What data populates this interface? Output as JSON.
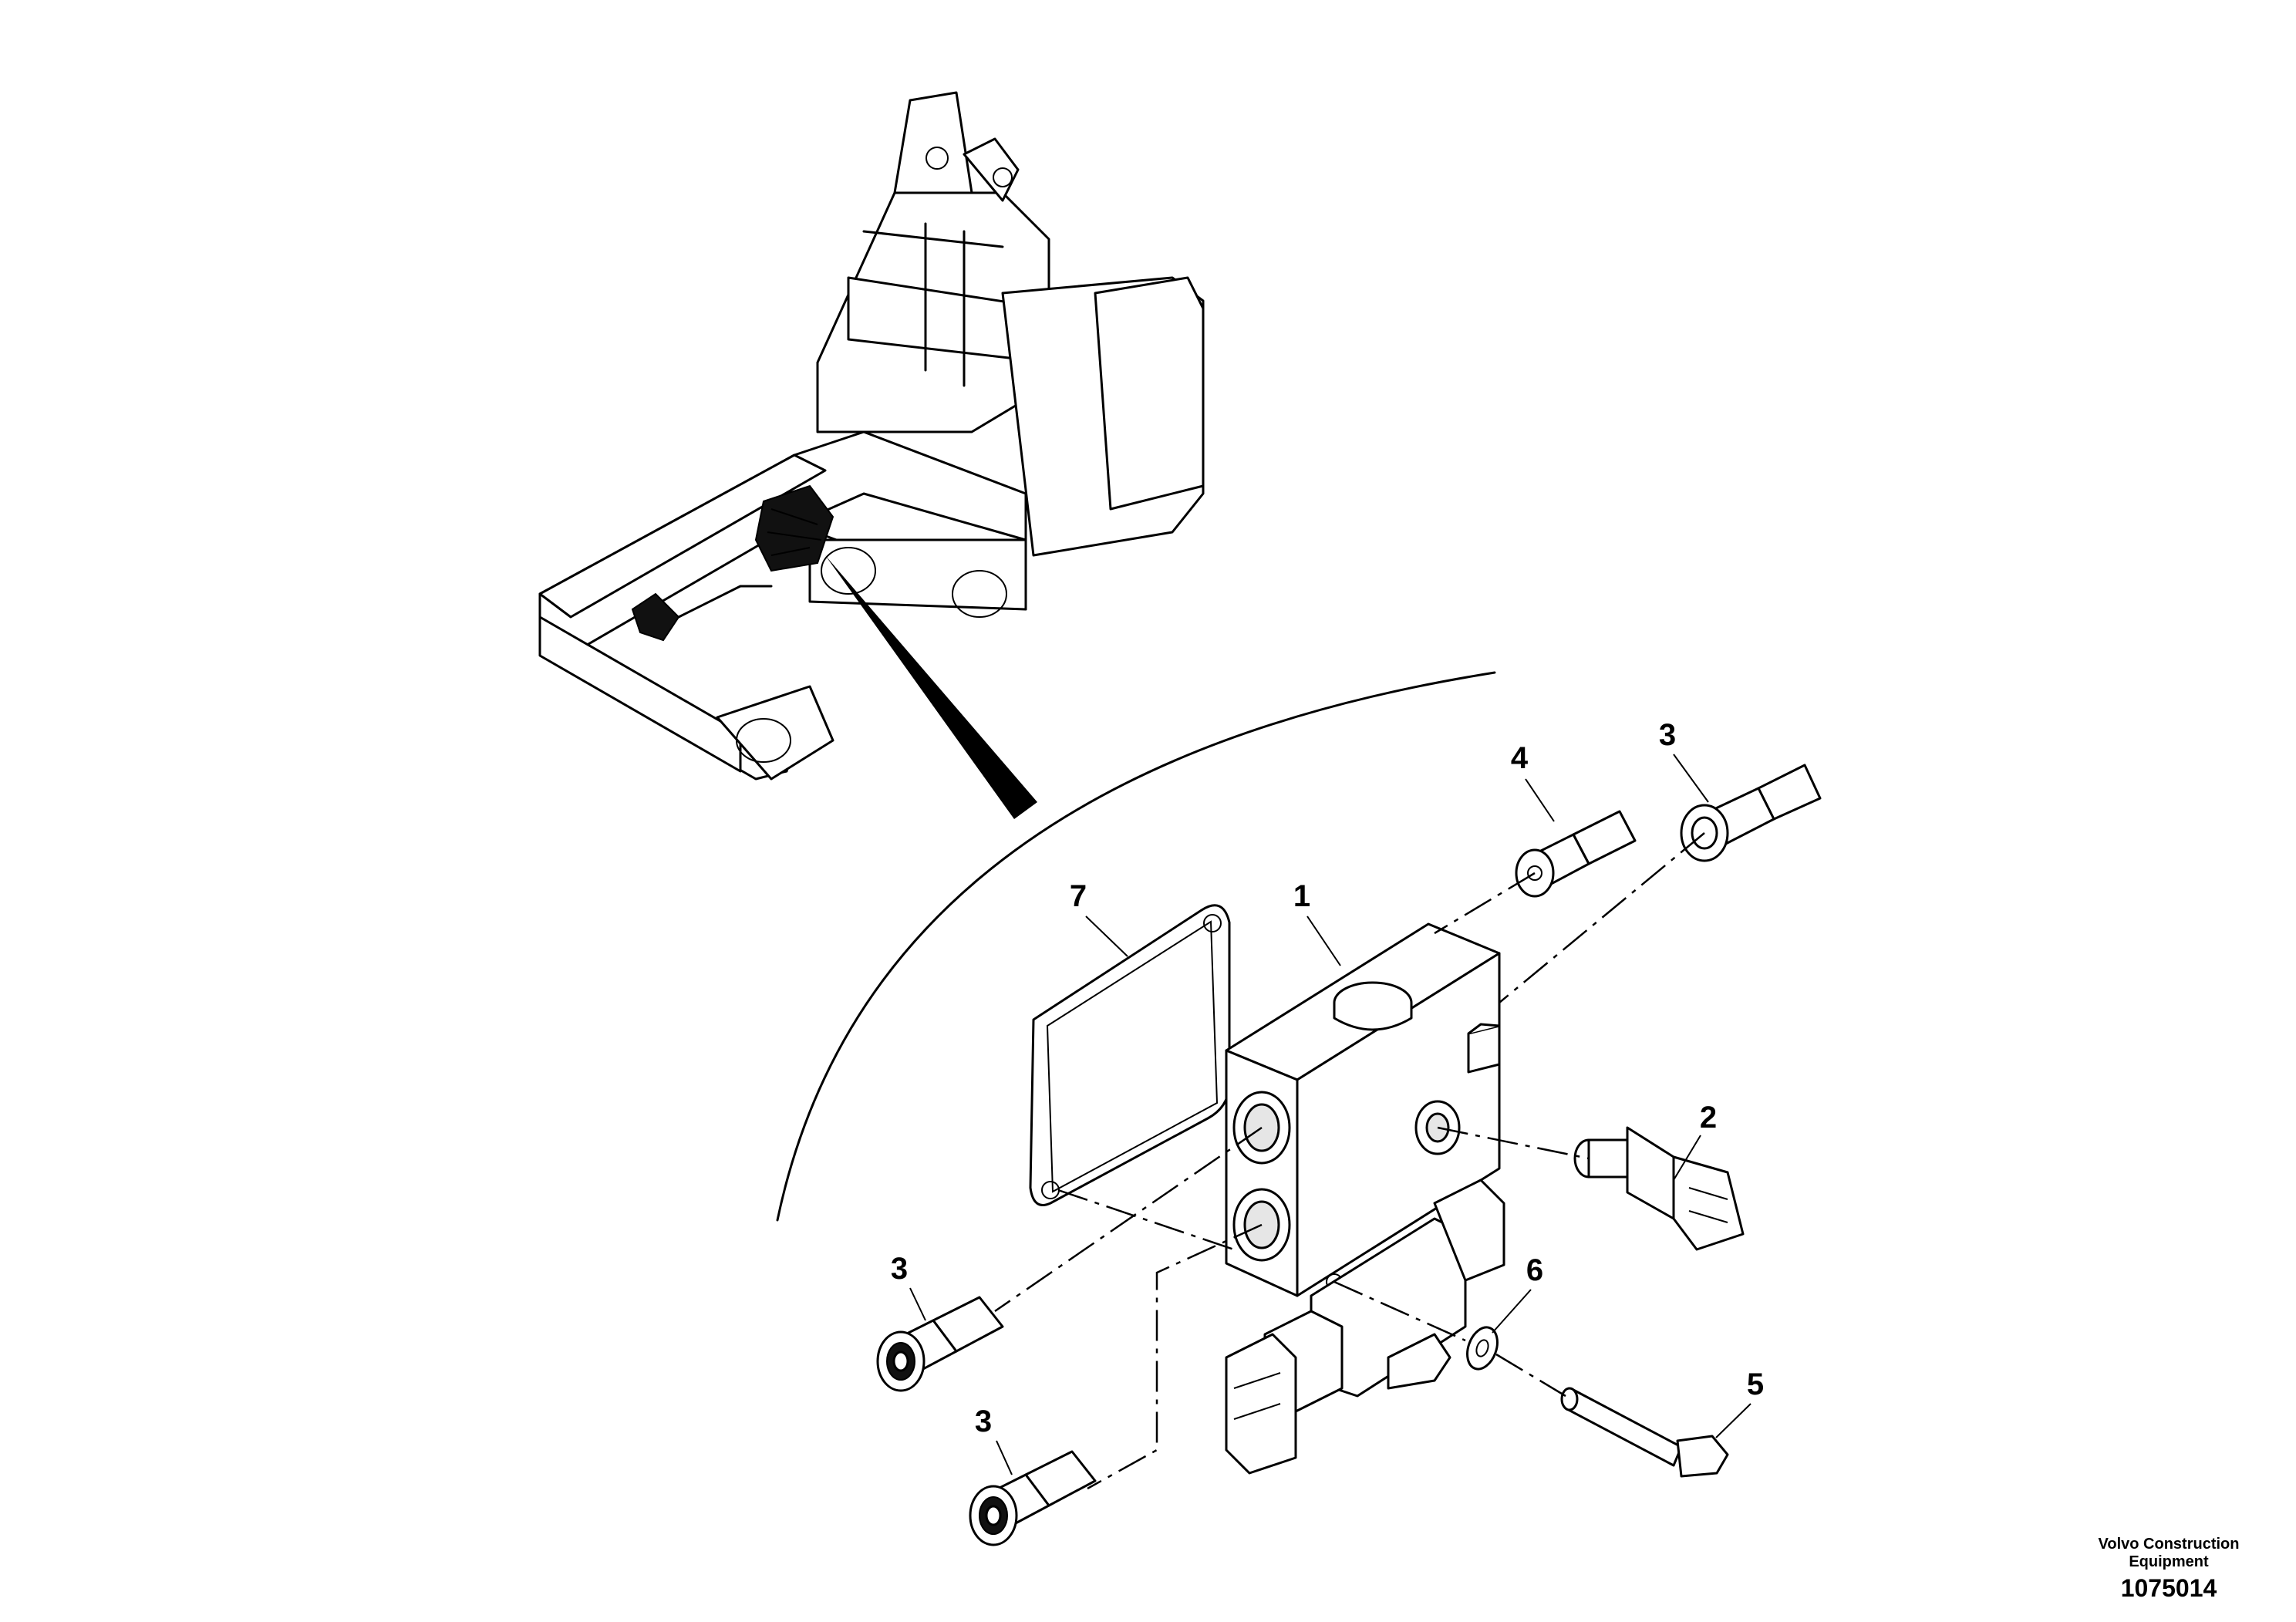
{
  "callouts": {
    "c1": "1",
    "c2": "2",
    "c3a": "3",
    "c3b": "3",
    "c3c": "3",
    "c4": "4",
    "c5": "5",
    "c6": "6",
    "c7": "7"
  },
  "footer": {
    "brand_line1": "Volvo Construction",
    "brand_line2": "Equipment",
    "drawing_number": "1075014"
  }
}
